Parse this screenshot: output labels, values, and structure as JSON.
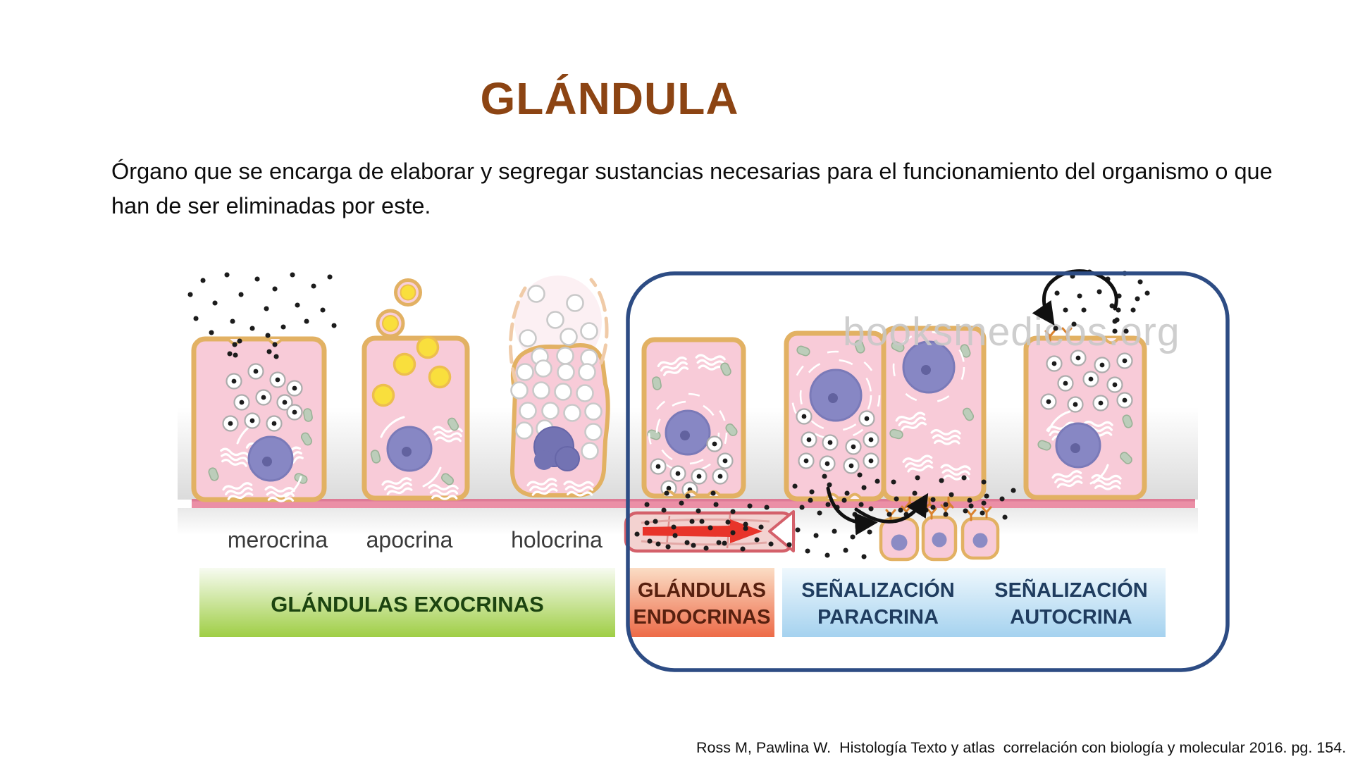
{
  "slide": {
    "title": "GLÁNDULA",
    "description": "Órgano que se encarga de elaborar y segregar sustancias necesarias para el funcionamiento del organismo o que han de ser eliminadas por este.",
    "citation": "Ross M, Pawlina W.  Histología Texto y atlas  correlación con biología y molecular 2016. pg. 154."
  },
  "figure": {
    "watermark": "booksmedicos.org",
    "secretion_labels": [
      "merocrina",
      "apocrina",
      "holocrina"
    ],
    "bars": {
      "exocrinas": {
        "label": "GLÁNDULAS EXOCRINAS"
      },
      "endocrinas": {
        "line1": "GLÁNDULAS",
        "line2": "ENDOCRINAS"
      },
      "paracrina": {
        "line1": "SEÑALIZACIÓN",
        "line2": "PARACRINA"
      },
      "autocrina": {
        "line1": "SEÑALIZACIÓN",
        "line2": "AUTOCRINA"
      }
    },
    "colors": {
      "title_brown": "#8C4413",
      "exocrine_green": "#9FCE45",
      "endocrine_orange": "#ED6B48",
      "signaling_blue": "#A5D2EF",
      "highlight_border_blue": "#2D4C84",
      "cell_pink": "#F8CBD8",
      "membrane_tan": "#E2B163",
      "nucleus_purple": "#8787C4",
      "basement_membrane_pink": "#EB8FA6"
    }
  }
}
